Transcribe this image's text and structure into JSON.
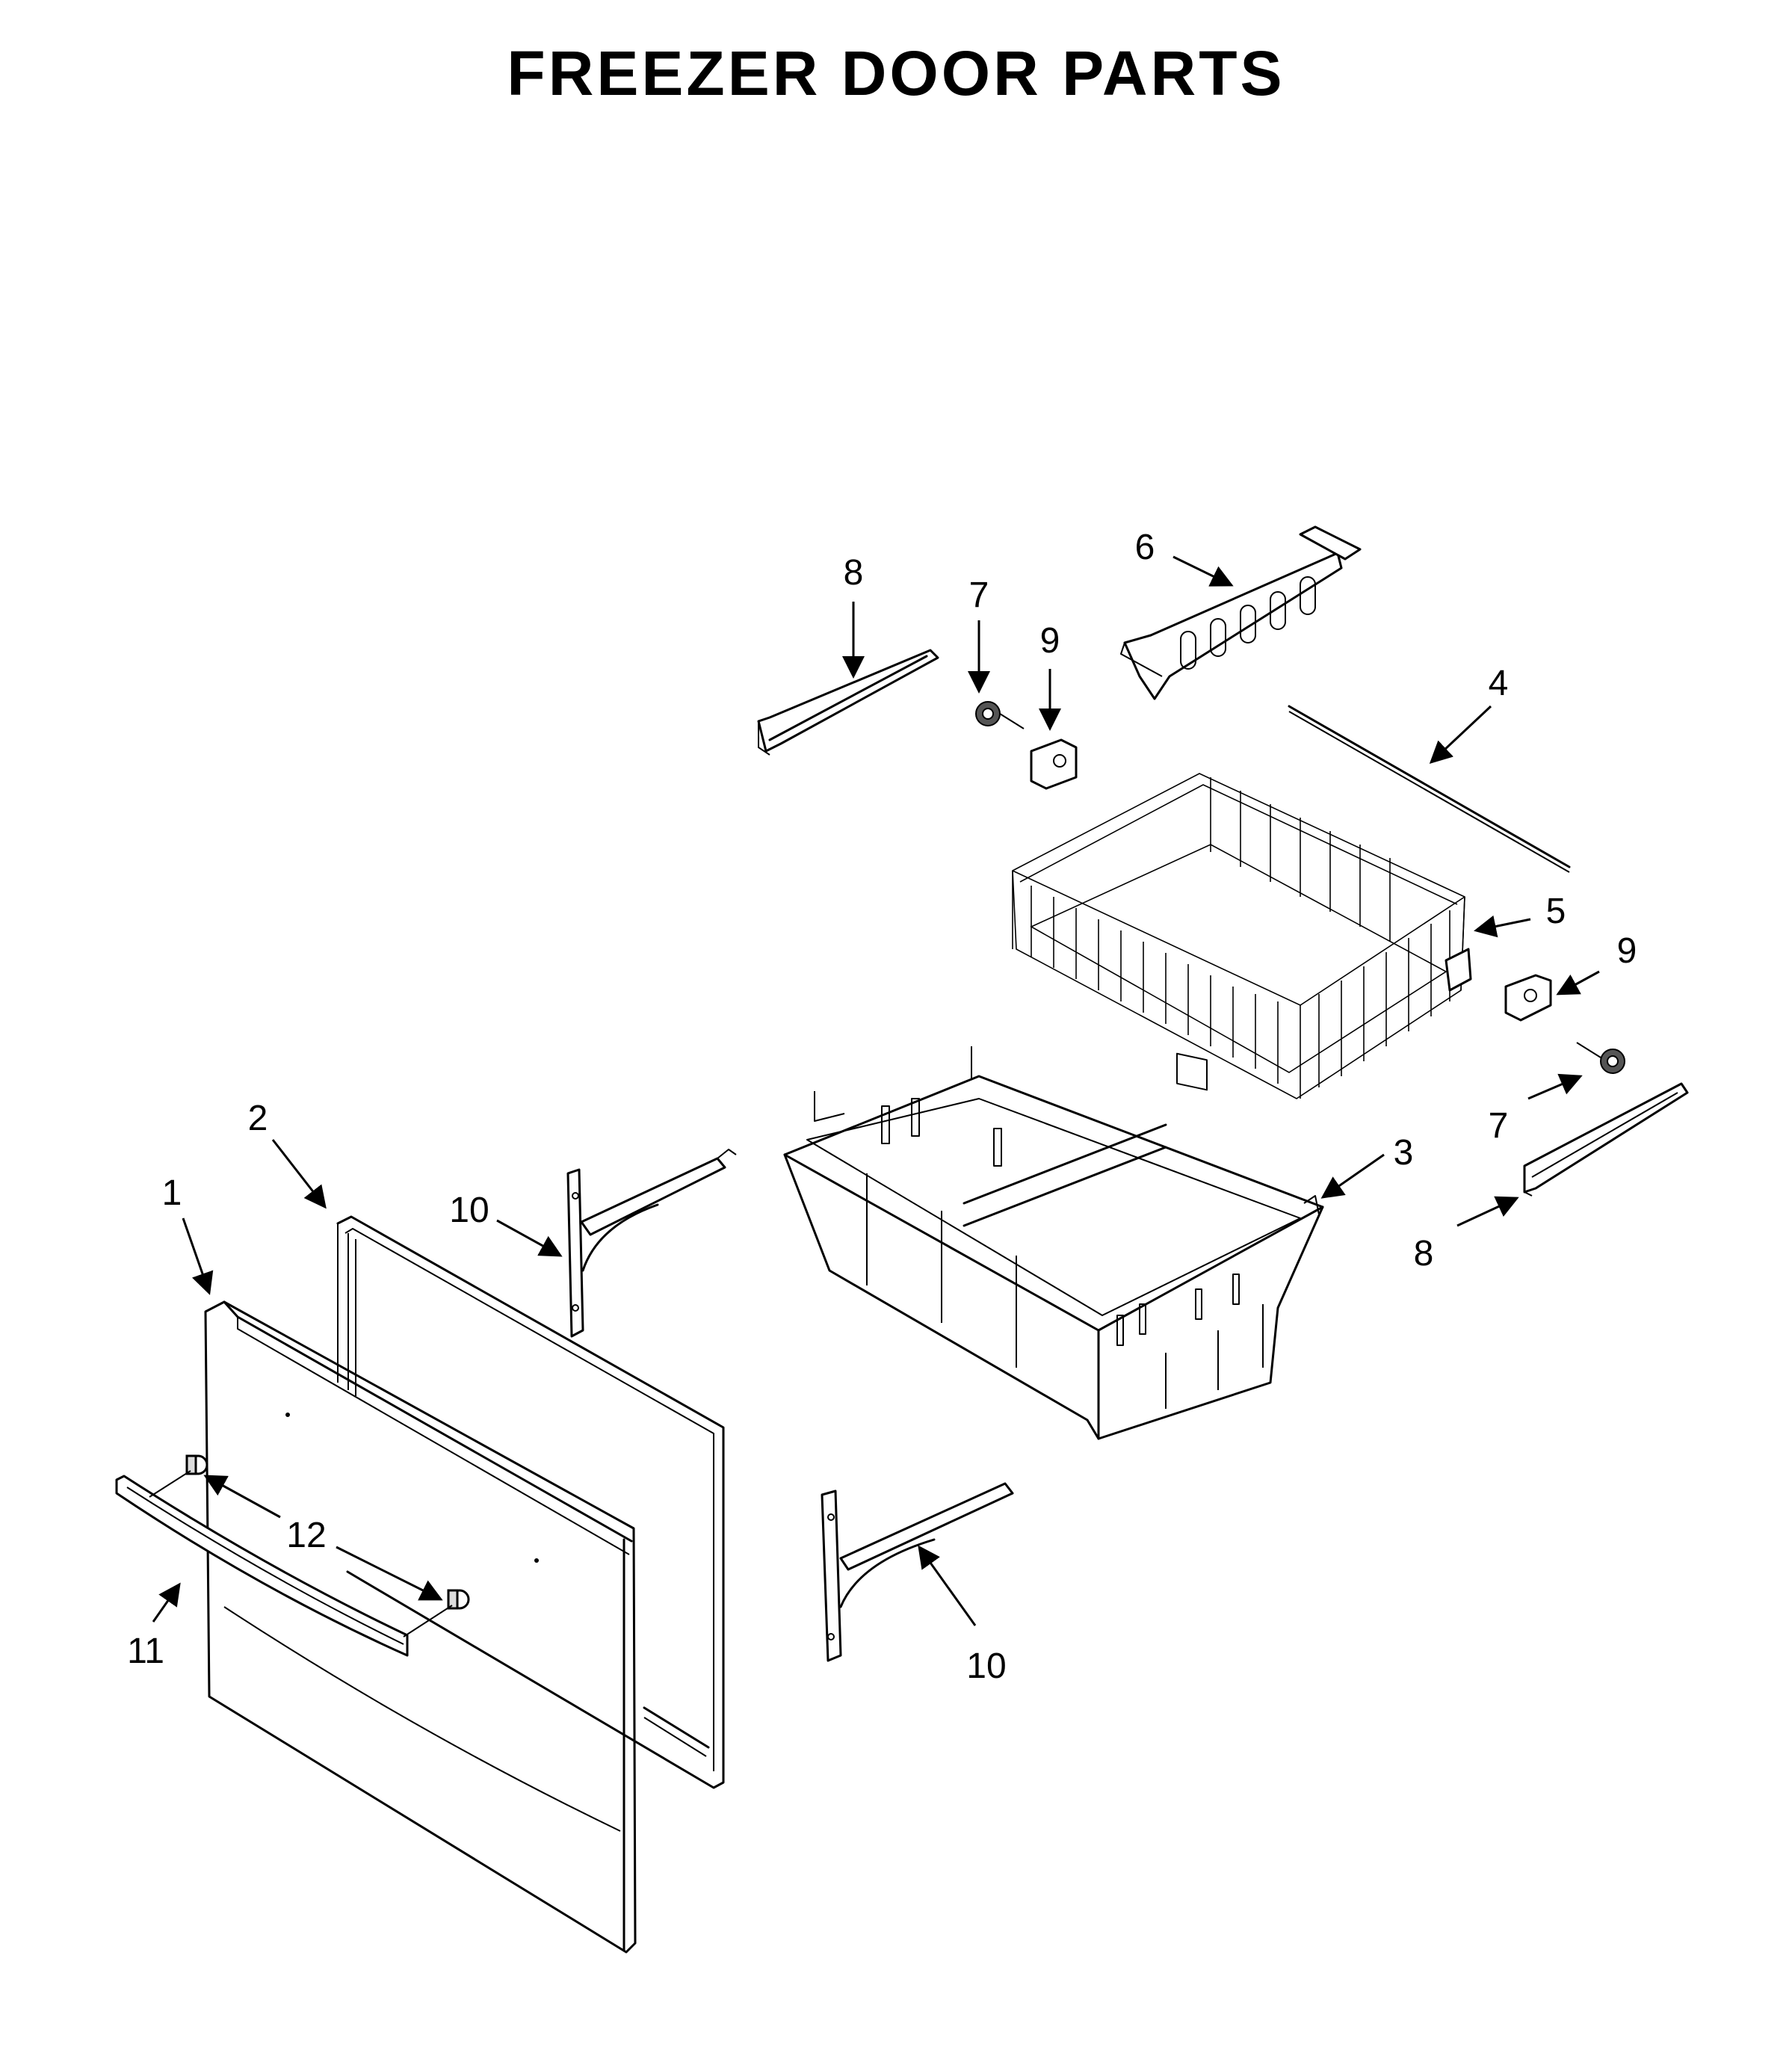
{
  "title": "FREEZER DOOR PARTS",
  "callouts": [
    "1",
    "2",
    "3",
    "4",
    "5",
    "6",
    "7",
    "8",
    "9",
    "10",
    "11",
    "12"
  ],
  "colors": {
    "ink": "#000000",
    "background": "#ffffff"
  }
}
